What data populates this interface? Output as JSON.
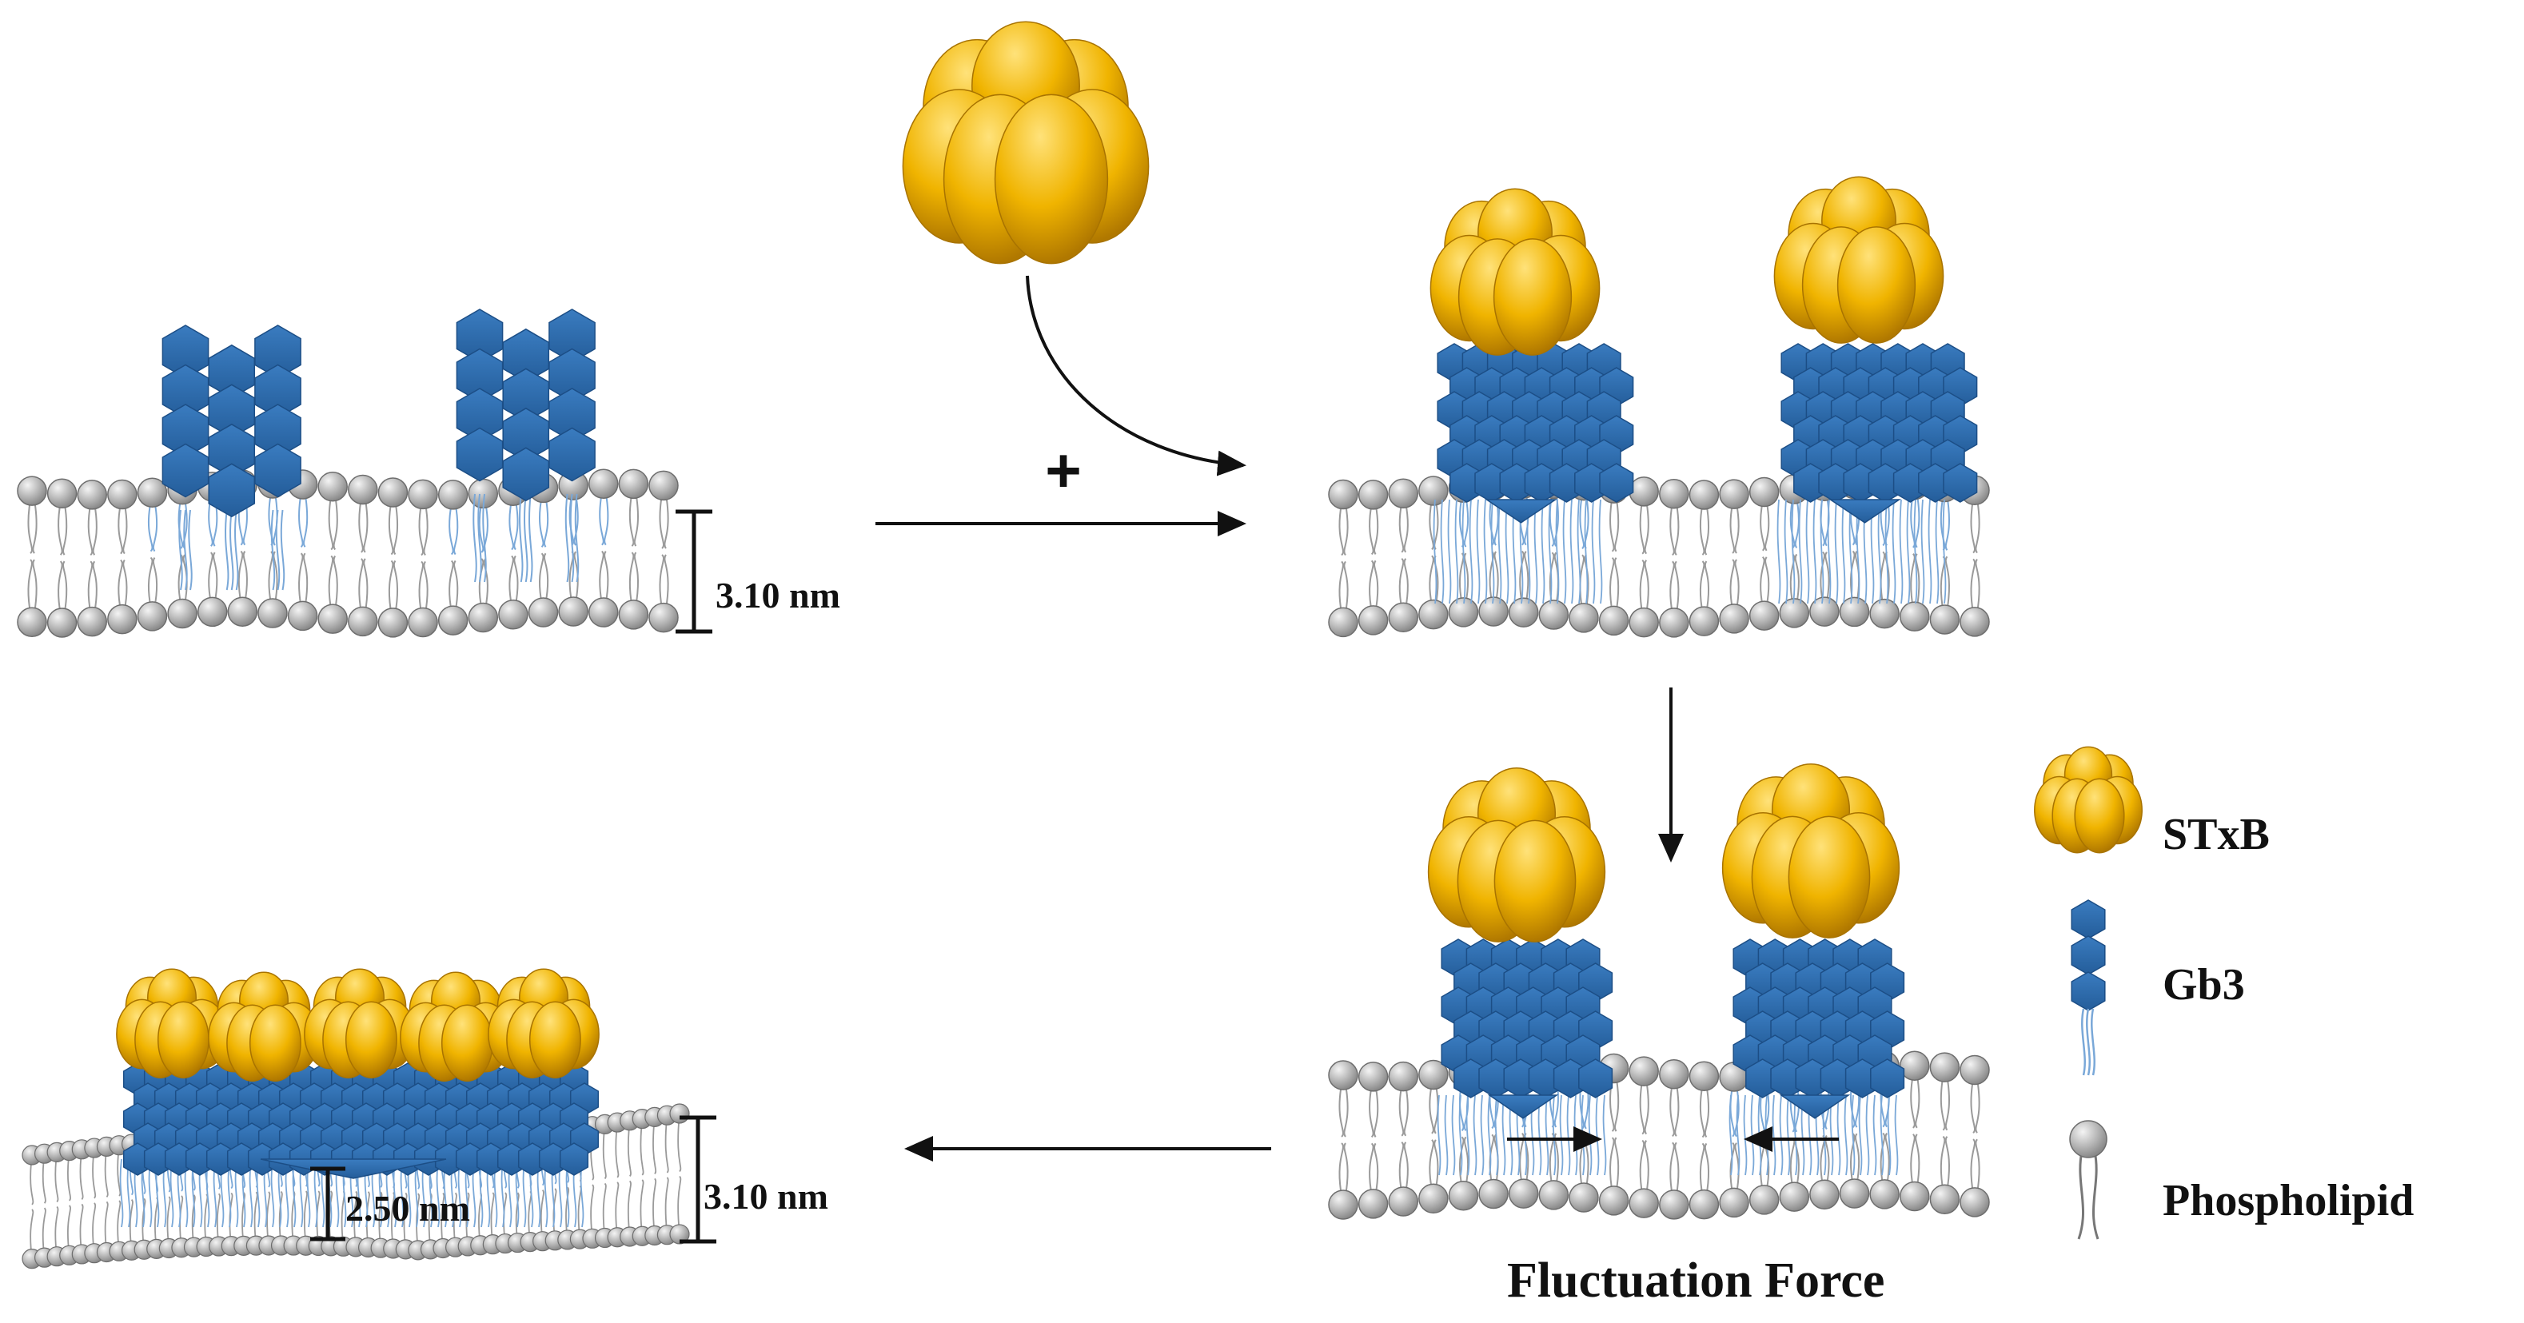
{
  "labels": {
    "plus": "+",
    "measure_top": "3.10 nm",
    "measure_bottom_outer": "3.10 nm",
    "measure_bottom_inner": "2.50 nm",
    "fluctuation_force": "Fluctuation Force"
  },
  "legend": {
    "items": [
      {
        "key": "stxb",
        "label": "STxB"
      },
      {
        "key": "gb3",
        "label": "Gb3"
      },
      {
        "key": "phospholipid",
        "label": "Phospholipid"
      }
    ]
  },
  "colors": {
    "stxb_light": "#ffe27a",
    "stxb": "#f0b400",
    "stxb_dark": "#b07800",
    "gb3": "#2f6fb0",
    "gb3_dark": "#1c4e86",
    "lipid_light": "#f2f2f2",
    "lipid_dark": "#8a8a8a",
    "tail": "#9a9a9a",
    "gb3_tail": "#7aa8d8",
    "arrow": "#111111"
  }
}
